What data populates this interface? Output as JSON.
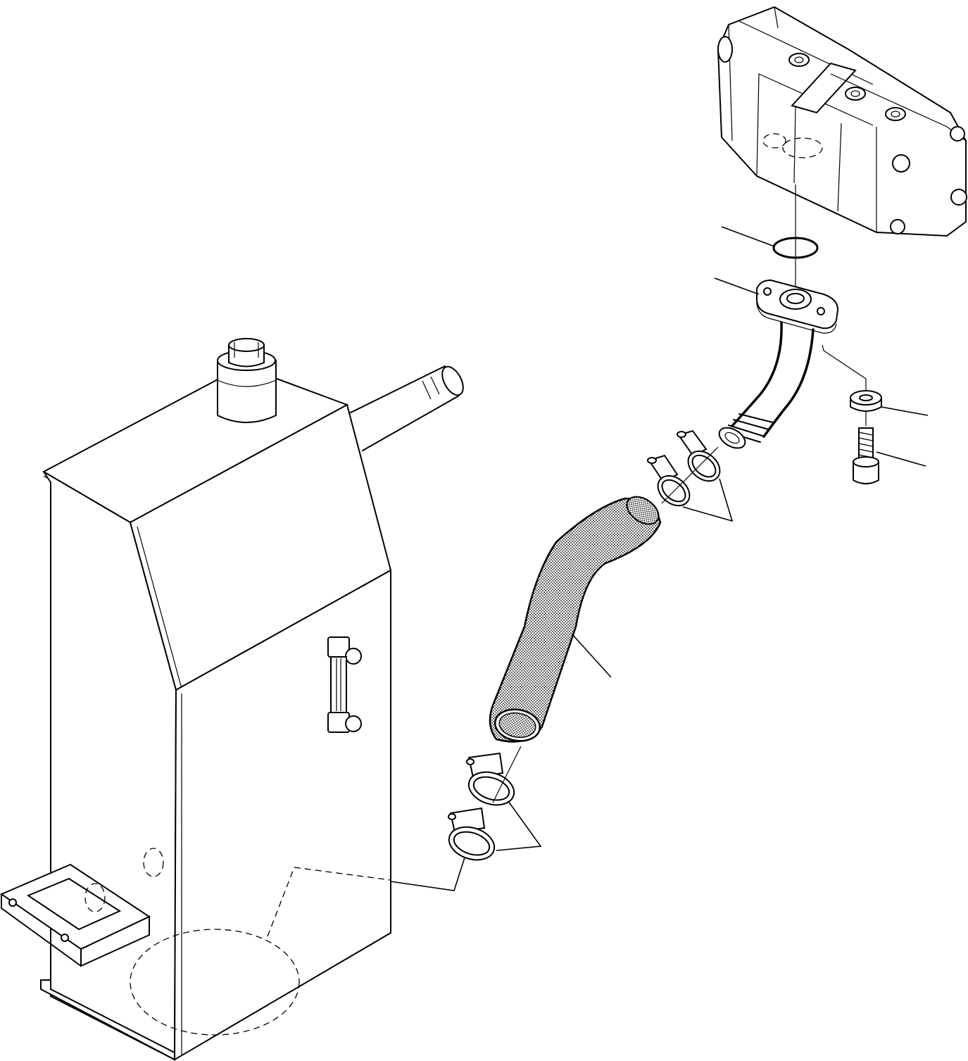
{
  "drawing": {
    "parts": [
      "hydraulic-tank",
      "gear-pump",
      "o-ring",
      "flange-tube",
      "washer",
      "cap-screw",
      "hose-clamp-upper",
      "suction-hose",
      "hose-clamp-lower"
    ],
    "part_labels": []
  }
}
